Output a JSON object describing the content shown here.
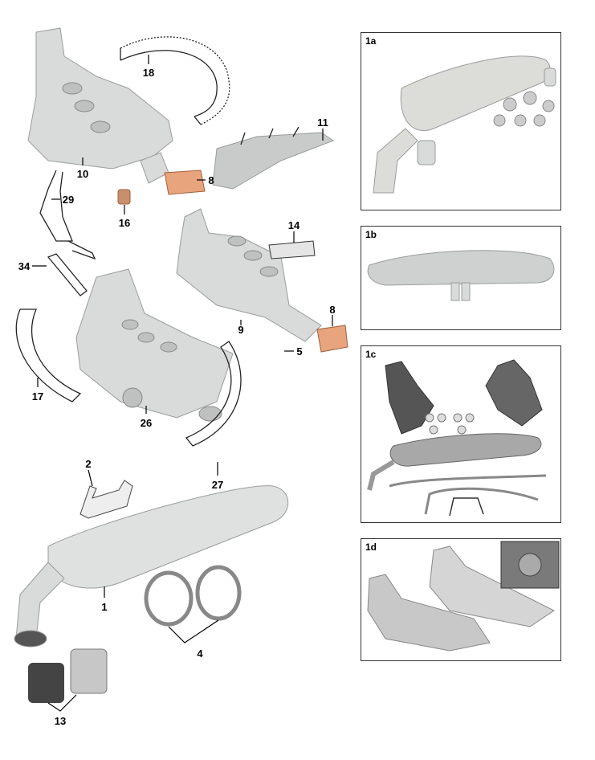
{
  "callouts": {
    "hose_18": "18",
    "heat_exchanger_10": "10",
    "gasket_8_top": "8",
    "header_11": "11",
    "hose_29": "29",
    "nut_16": "16",
    "gasket_14": "14",
    "pipe_34": "34",
    "gasket_8_right": "8",
    "heat_exchanger_9": "9",
    "nut_5": "5",
    "hose_17": "17",
    "heat_exchanger_26": "26",
    "hose_27": "27",
    "bracket_2": "2",
    "muffler_1": "1",
    "clamps_4": "4",
    "tips_13": "13"
  },
  "panels": {
    "p1a": "1a",
    "p1b": "1b",
    "p1c": "1c",
    "p1d": "1d"
  }
}
